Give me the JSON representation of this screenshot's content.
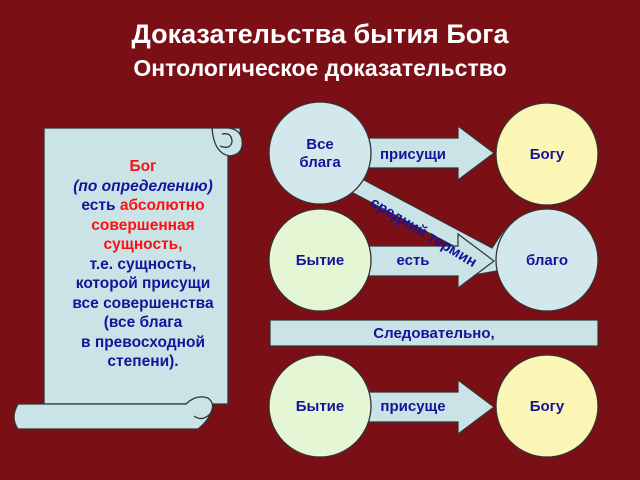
{
  "title": "Доказательства бытия Бога",
  "subtitle": "Онтологическое доказательство",
  "scroll": {
    "line1": "Бог",
    "line2": "(по определению)",
    "line3a": "есть ",
    "line3b": "абсолютно",
    "line4": "совершенная",
    "line5": "сущность,",
    "line6": "т.е. сущность,",
    "line7": "которой присущи",
    "line8": "все совершенства",
    "line9": "(все блага",
    "line10": "в превосходной",
    "line11": "степени)."
  },
  "row1": {
    "left_line1": "Все",
    "left_line2": "блага",
    "arrow": "присущи",
    "right": "Богу"
  },
  "middle_term": "средний термин",
  "row2": {
    "left": "Бытие",
    "arrow": "есть",
    "right": "благо"
  },
  "conclusion": "Следовательно,",
  "row3": {
    "left": "Бытие",
    "arrow": "присуще",
    "right": "Богу"
  },
  "colors": {
    "background": "#7b0f16",
    "scroll": "#c9e3e6",
    "circle_blue": "#d3e8ec",
    "circle_green": "#e5f6d5",
    "circle_yellow": "#fbf6b5",
    "text_blue": "#14149a",
    "text_red": "#ff1010"
  }
}
